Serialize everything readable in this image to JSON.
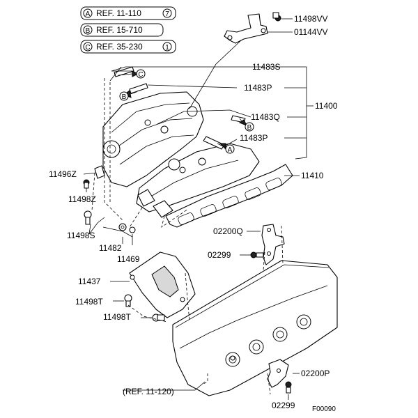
{
  "references": [
    {
      "letter": "A",
      "ref": "REF. 11-110",
      "num": "7"
    },
    {
      "letter": "B",
      "ref": "REF. 15-710",
      "num": ""
    },
    {
      "letter": "C",
      "ref": "REF. 35-230",
      "num": "1"
    }
  ],
  "callout_letters": {
    "a": "A",
    "b": "B",
    "c": "C"
  },
  "part_labels": {
    "p11498VV": "11498VV",
    "p01144VV": "01144VV",
    "p11483S": "11483S",
    "p11483P_top": "11483P",
    "p11483Q": "11483Q",
    "p11483P_mid": "11483P",
    "p11400": "11400",
    "p11410": "11410",
    "p11496Z": "11496Z",
    "p11498Z": "11498Z",
    "p11498S": "11498S",
    "p11482": "11482",
    "p11469": "11469",
    "p02200Q": "02200Q",
    "p02299_top": "02299",
    "p11437": "11437",
    "p11498T_left": "11498T",
    "p11498T_mid": "11498T",
    "p02200P": "02200P",
    "p02299_bottom": "02299"
  },
  "bottom_ref": "(REF. 11-120)",
  "figure_code": "F00090"
}
